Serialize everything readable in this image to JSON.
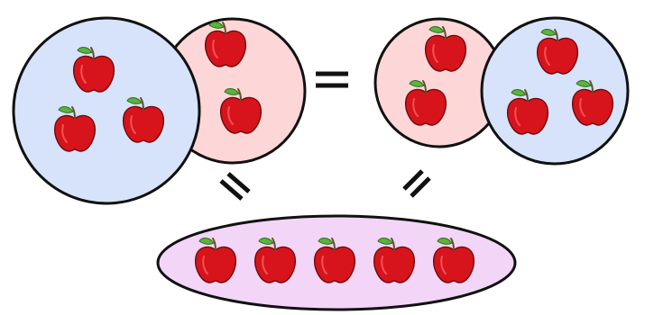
{
  "colors": {
    "background": "#ffffff",
    "blue_group_fill": "#d6e3fb",
    "pink_group_fill": "#fdd6d8",
    "combined_group_fill": "#f2d5f7",
    "outline": "#111111",
    "apple_red": "#d7141b",
    "apple_dark": "#8e0b10",
    "leaf_green": "#5bb43c",
    "stem_brown": "#6b4a2a"
  },
  "groups": {
    "left_blue": {
      "apple_count": 3
    },
    "left_pink": {
      "apple_count": 2
    },
    "right_pink": {
      "apple_count": 2
    },
    "right_blue": {
      "apple_count": 3
    },
    "combined": {
      "apple_count": 5
    }
  },
  "symbols": {
    "top": "equals-sign",
    "left_diagonal": "equals-sign",
    "right_diagonal": "equals-sign"
  }
}
